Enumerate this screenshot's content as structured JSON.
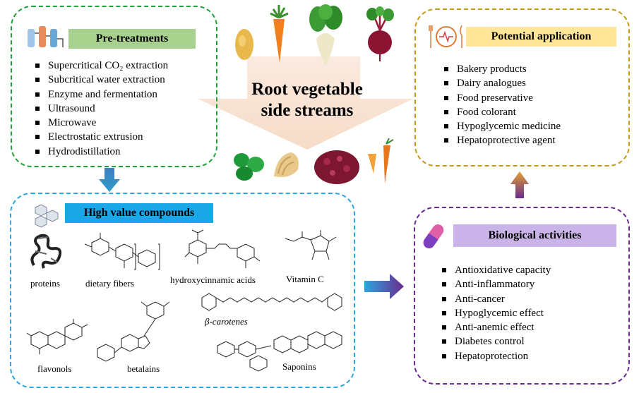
{
  "title_line1": "Root vegetable",
  "title_line2": "side streams",
  "pretreatments": {
    "title": "Pre-treatments",
    "items": [
      "Supercritical CO₂ extraction",
      "Subcritical water extraction",
      "Enzyme and fermentation",
      "Ultrasound",
      "Microwave",
      "Electrostatic extrusion",
      "Hydrodistillation"
    ]
  },
  "applications": {
    "title": "Potential application",
    "items": [
      "Bakery products",
      "Dairy analogues",
      "Food preservative",
      "Food colorant",
      "Hypoglycemic medicine",
      "Hepatoprotective agent"
    ]
  },
  "compounds": {
    "title": "High value compounds",
    "labels": {
      "proteins": "proteins",
      "fibers": "dietary fibers",
      "hca": "hydroxycinnamic acids",
      "vitc": "Vitamin C",
      "carotenes": "β-carotenes",
      "flavonols": "flavonols",
      "betalains": "betalains",
      "saponins": "Saponins"
    }
  },
  "bio": {
    "title": "Biological activities",
    "items": [
      "Antioxidative capacity",
      "Anti-inflammatory",
      "Anti-cancer",
      "Hypoglycemic effect",
      "Anti-anemic effect",
      "Diabetes control",
      "Hepatoprotection"
    ]
  },
  "colors": {
    "green": "#1fa33a",
    "gold": "#c49a18",
    "blue": "#2ba6e0",
    "purple": "#6b2b8f",
    "pretreat_header": "#a9d18e",
    "app_header": "#ffe699",
    "compound_header": "#1aa7e8",
    "bio_header": "#c9b3e8"
  }
}
